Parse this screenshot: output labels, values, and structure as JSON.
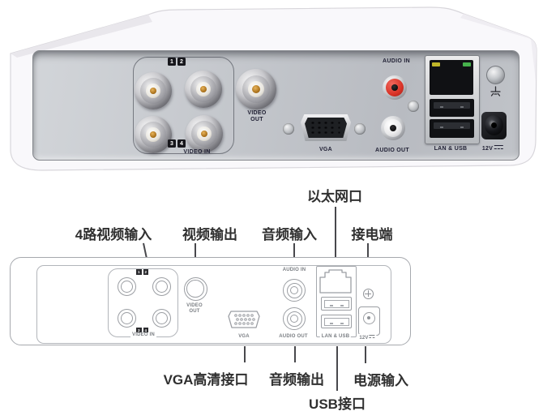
{
  "photo": {
    "badges": [
      "1",
      "2",
      "3",
      "4"
    ],
    "video_in": "VIDEO IN",
    "video_out": "VIDEO OUT",
    "vga": "VGA",
    "audio_in": "AUDIO IN",
    "audio_out": "AUDIO OUT",
    "lan_usb": "LAN & USB",
    "power": "12V"
  },
  "diagram": {
    "badges": [
      "1",
      "2",
      "3",
      "4"
    ],
    "video_in": "VIDEO IN",
    "video_out": "VIDEO OUT",
    "vga": "VGA",
    "audio_in": "AUDIO IN",
    "audio_out": "AUDIO OUT",
    "lan_usb": "LAN & USB",
    "power": "12V",
    "callouts": {
      "video_in_4ch": "4路视频输入",
      "video_out": "视频输出",
      "audio_in": "音频输入",
      "ethernet": "以太网口",
      "power_terminal": "接电端",
      "vga_hd": "VGA高清接口",
      "audio_out": "音频输出",
      "usb": "USB接口",
      "power_input": "电源输入"
    }
  },
  "colors": {
    "audio_in_red": "#d93327",
    "led_green": "#46b14c",
    "led_yellow": "#c0b62a",
    "panel_silver": "#c6c9ce",
    "diagram_line": "#a6a9ae",
    "callout_text": "#303030"
  }
}
